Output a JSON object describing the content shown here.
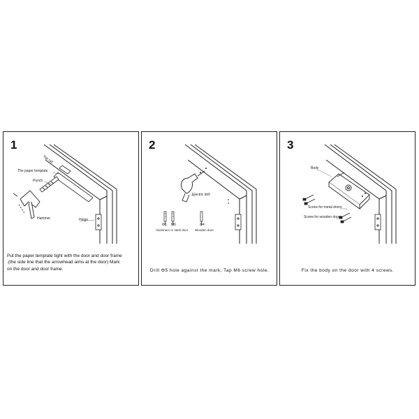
{
  "steps": [
    {
      "number": "1",
      "labels": {
        "top_rail": "Top rail",
        "paper_template": "The paper template",
        "punch": "Punch",
        "hammer": "Hammer",
        "hinge": "Hinge"
      },
      "caption_lines": [
        "Put the paper template tight with the door and door frame",
        ".(the side line that the arrowhead aims at the door) Mark",
        "on the door and door frame."
      ]
    },
    {
      "number": "2",
      "labels": {
        "electric_drill": "Electric drill",
        "phi5": "Φ5",
        "m6": "M6",
        "phi4": "Φ4",
        "aluminum_door": "Aluminum or steel door",
        "wooden_door": "Wooden door"
      },
      "caption": "Drill Φ5 hole against the mark, Tap M6 screw hole."
    },
    {
      "number": "3",
      "labels": {
        "body": "Body",
        "screw_metal": "Screw for metal doors",
        "screw_wooden": "Screw for wooden doors"
      },
      "caption": "Fix the body on the door with 4 screws."
    }
  ]
}
